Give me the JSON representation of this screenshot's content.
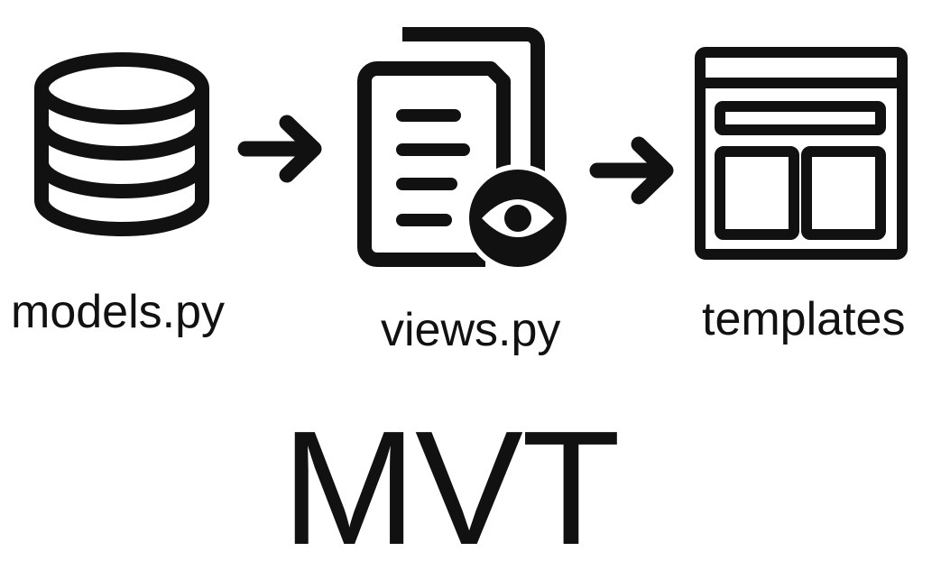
{
  "diagram": {
    "nodes": [
      {
        "id": "model",
        "label": "models.py",
        "icon": "database-icon"
      },
      {
        "id": "view",
        "label": "views.py",
        "icon": "document-eye-icon"
      },
      {
        "id": "template",
        "label": "templates",
        "icon": "layout-template-icon"
      }
    ],
    "edges": [
      {
        "from": "model",
        "to": "view",
        "icon": "arrow-right-icon"
      },
      {
        "from": "view",
        "to": "template",
        "icon": "arrow-right-icon"
      }
    ],
    "title": "MVT"
  },
  "colors": {
    "stroke": "#111111",
    "background": "#ffffff"
  }
}
